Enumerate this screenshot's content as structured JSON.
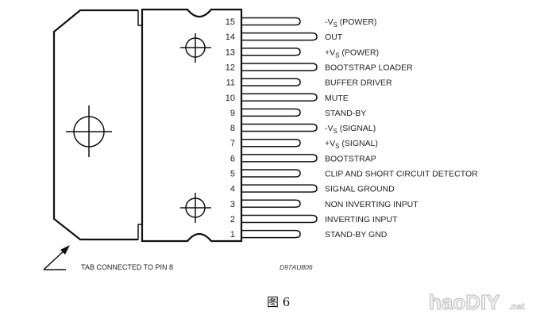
{
  "diagram": {
    "title": "Pin connection diagram",
    "pins": [
      {
        "number": "15",
        "label_pre": "-V",
        "label_sub": "S",
        "label_post": " (POWER)",
        "lead": "short"
      },
      {
        "number": "14",
        "label_pre": "OUT",
        "label_sub": "",
        "label_post": "",
        "lead": "long"
      },
      {
        "number": "13",
        "label_pre": "+V",
        "label_sub": "S",
        "label_post": " (POWER)",
        "lead": "short"
      },
      {
        "number": "12",
        "label_pre": "BOOTSTRAP LOADER",
        "label_sub": "",
        "label_post": "",
        "lead": "long"
      },
      {
        "number": "11",
        "label_pre": "BUFFER DRIVER",
        "label_sub": "",
        "label_post": "",
        "lead": "short"
      },
      {
        "number": "10",
        "label_pre": "MUTE",
        "label_sub": "",
        "label_post": "",
        "lead": "long"
      },
      {
        "number": "9",
        "label_pre": "STAND-BY",
        "label_sub": "",
        "label_post": "",
        "lead": "short"
      },
      {
        "number": "8",
        "label_pre": "-V",
        "label_sub": "S",
        "label_post": " (SIGNAL)",
        "lead": "long"
      },
      {
        "number": "7",
        "label_pre": "+V",
        "label_sub": "S",
        "label_post": " (SIGNAL)",
        "lead": "short"
      },
      {
        "number": "6",
        "label_pre": "BOOTSTRAP",
        "label_sub": "",
        "label_post": "",
        "lead": "long"
      },
      {
        "number": "5",
        "label_pre": "CLIP AND SHORT CIRCUIT DETECTOR",
        "label_sub": "",
        "label_post": "",
        "lead": "short"
      },
      {
        "number": "4",
        "label_pre": "SIGNAL GROUND",
        "label_sub": "",
        "label_post": "",
        "lead": "long"
      },
      {
        "number": "3",
        "label_pre": "NON INVERTING INPUT",
        "label_sub": "",
        "label_post": "",
        "lead": "short"
      },
      {
        "number": "2",
        "label_pre": "INVERTING INPUT",
        "label_sub": "",
        "label_post": "",
        "lead": "long"
      },
      {
        "number": "1",
        "label_pre": "STAND-BY GND",
        "label_sub": "",
        "label_post": "",
        "lead": "short"
      }
    ],
    "tab_note": "TAB CONNECTED TO PIN 8",
    "drawing_code": "D97AU806",
    "caption": "图 6",
    "watermark_main": "haoDIY",
    "watermark_suffix": ".net"
  }
}
